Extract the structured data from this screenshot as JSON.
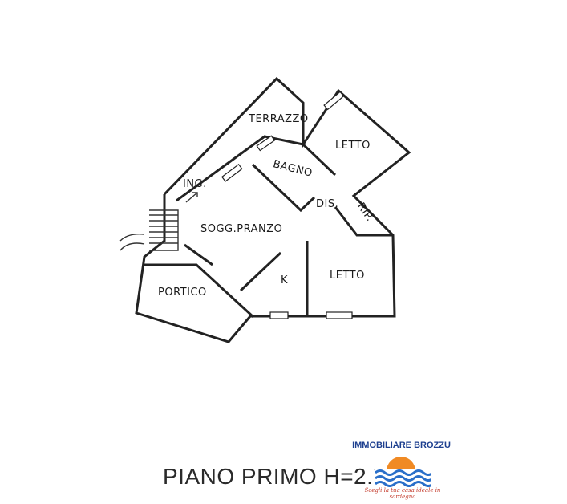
{
  "plan": {
    "title": "PIANO PRIMO H=2.70",
    "rooms": {
      "terrazzo": "TERRAZZO",
      "letto_1": "LETTO",
      "bagno": "BAGNO",
      "ingresso": "ING.",
      "disimpegno": "DIS.",
      "ripostiglio": "RIP.",
      "soggiorno_pranzo": "SOGG.PRANZO",
      "cucina": "K",
      "letto_2": "LETTO",
      "portico": "PORTICO"
    }
  },
  "logo": {
    "name": "IMMOBILIARE BROZZU",
    "tagline": "Scegli la tua casa ideale in sardegna",
    "colors": {
      "text": "#1d3f8f",
      "sun": "#f08a24",
      "waves": "#2a6fc9"
    }
  }
}
